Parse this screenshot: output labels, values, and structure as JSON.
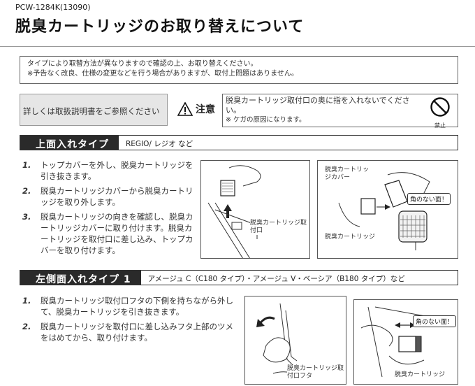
{
  "header": {
    "model": "PCW-1284K(13090)",
    "title": "脱臭カートリッジのお取り替えについて"
  },
  "notice": {
    "line1": "タイプにより取替方法が異なりますので確認の上、お取り替えください。",
    "line2": "※予告なく改良、仕様の変更などを行う場合がありますが、取付上問題はありません。"
  },
  "manual_box": "詳しくは取扱説明書をご参照ください",
  "caution": {
    "label": "注意",
    "text": "脱臭カートリッジ取付口の奥に指を入れないでください。",
    "sub": "※ ケガの原因になります。",
    "prohibit_label": "禁止"
  },
  "section1": {
    "label": "上面入れタイプ",
    "desc": "REGIO/ レジオ など",
    "steps": [
      {
        "num": "1.",
        "text": "トップカバーを外し、脱臭カートリッジを引き抜きます。"
      },
      {
        "num": "2.",
        "text": "脱臭カートリッジカバーから脱臭カートリッジを取り外します。"
      },
      {
        "num": "3.",
        "text": "脱臭カートリッジの向きを確認し、脱臭カートリッジカバーに取り付けます。脱臭カートリッジを取付口に差し込み、トップカバーを取り付けます。"
      }
    ],
    "callouts": {
      "inlet": "脱臭カートリッジ取付口",
      "cover": "脱臭カートリッジカバー",
      "corner": "角のない面！",
      "cartridge": "脱臭カートリッジ"
    }
  },
  "section2": {
    "label": "左側面入れタイプ 1",
    "desc": "アメージュ C（C180 タイプ）・アメージュ V・ベーシア（B180 タイプ）など",
    "steps": [
      {
        "num": "1.",
        "text": "脱臭カートリッジ取付口フタの下側を持ちながら外して、脱臭カートリッジを引き抜きます。"
      },
      {
        "num": "2.",
        "text": "脱臭カートリッジを取付口に差し込みフタ上部のツメをはめてから、取り付けます。"
      }
    ],
    "callouts": {
      "lid": "脱臭カートリッジ取付口フタ",
      "corner": "角のない面！",
      "cartridge": "脱臭カートリッジ"
    }
  }
}
